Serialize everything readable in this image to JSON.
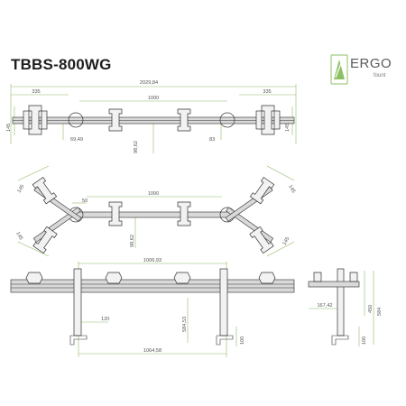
{
  "title": "TBBS-800WG",
  "logo": {
    "word": "ERGO",
    "sub": "fount",
    "accent": "#8cc063"
  },
  "dimensions": {
    "top_view": {
      "overall": "2029,84",
      "left_arm": "335",
      "right_arm": "335",
      "center_span": "1000",
      "left_height": "145",
      "right_height": "145",
      "offset_left": "69,49",
      "vertical_center": "98,62",
      "offset_right": "83"
    },
    "angled_view": {
      "span": "1000",
      "gap": "50",
      "upper_left": "145",
      "lower_left": "145",
      "upper_right": "145",
      "lower_right": "145",
      "vertical": "98,62"
    },
    "front_view": {
      "top_span": "1006,93",
      "post_offset": "120",
      "height": "584,53",
      "clamp": "100",
      "bottom_span": "1064,58"
    },
    "side_view": {
      "depth": "167,42",
      "height_total": "584",
      "height_mid": "450",
      "clamp": "100"
    }
  }
}
